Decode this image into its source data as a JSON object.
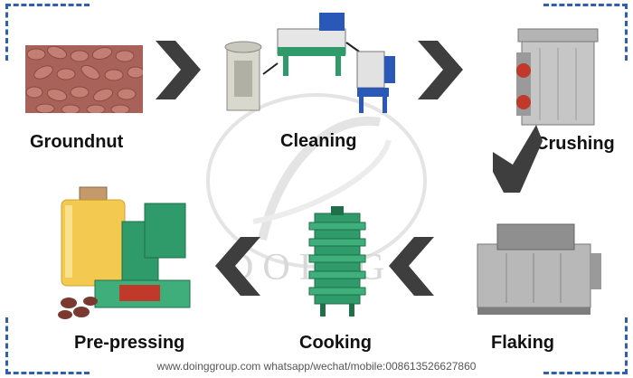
{
  "steps": [
    {
      "label": "Groundnut"
    },
    {
      "label": "Cleaning"
    },
    {
      "label": "Crushing"
    },
    {
      "label": "Flaking"
    },
    {
      "label": "Cooking"
    },
    {
      "label": "Pre-pressing"
    }
  ],
  "watermark": {
    "text": "DOING"
  },
  "footer": {
    "contact": "www.doinggroup.com whatsapp/wechat/mobile:008613526627860"
  },
  "colors": {
    "arrow": "#3e3e3e",
    "frame": "#2f5fb0",
    "machine_green": "#2f9a6a",
    "machine_blue": "#2a58b8",
    "machine_gray": "#a9a9a9"
  }
}
